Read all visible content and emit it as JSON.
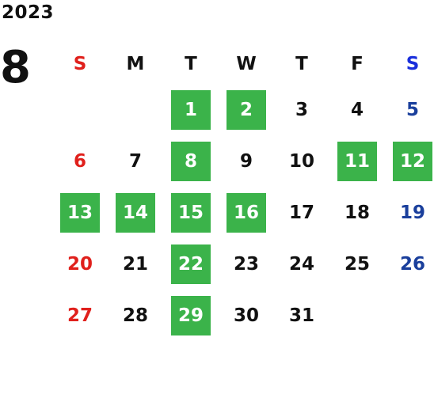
{
  "year": "2023",
  "month": "8",
  "colors": {
    "highlight": "#3bb34a",
    "sunday": "#e0201c",
    "saturday": "#1a3f9c",
    "saturday_header": "#1a2fdc"
  },
  "weekdays": [
    "S",
    "M",
    "T",
    "W",
    "T",
    "F",
    "S"
  ],
  "weeks": [
    [
      {
        "day": ""
      },
      {
        "day": ""
      },
      {
        "day": "1",
        "highlight": true
      },
      {
        "day": "2",
        "highlight": true
      },
      {
        "day": "3"
      },
      {
        "day": "4"
      },
      {
        "day": "5"
      }
    ],
    [
      {
        "day": "6"
      },
      {
        "day": "7"
      },
      {
        "day": "8",
        "highlight": true
      },
      {
        "day": "9"
      },
      {
        "day": "10"
      },
      {
        "day": "11",
        "highlight": true
      },
      {
        "day": "12",
        "highlight": true
      }
    ],
    [
      {
        "day": "13",
        "highlight": true
      },
      {
        "day": "14",
        "highlight": true
      },
      {
        "day": "15",
        "highlight": true
      },
      {
        "day": "16",
        "highlight": true
      },
      {
        "day": "17"
      },
      {
        "day": "18"
      },
      {
        "day": "19"
      }
    ],
    [
      {
        "day": "20"
      },
      {
        "day": "21"
      },
      {
        "day": "22",
        "highlight": true
      },
      {
        "day": "23"
      },
      {
        "day": "24"
      },
      {
        "day": "25"
      },
      {
        "day": "26"
      }
    ],
    [
      {
        "day": "27"
      },
      {
        "day": "28"
      },
      {
        "day": "29",
        "highlight": true
      },
      {
        "day": "30"
      },
      {
        "day": "31"
      },
      {
        "day": ""
      },
      {
        "day": ""
      }
    ]
  ]
}
